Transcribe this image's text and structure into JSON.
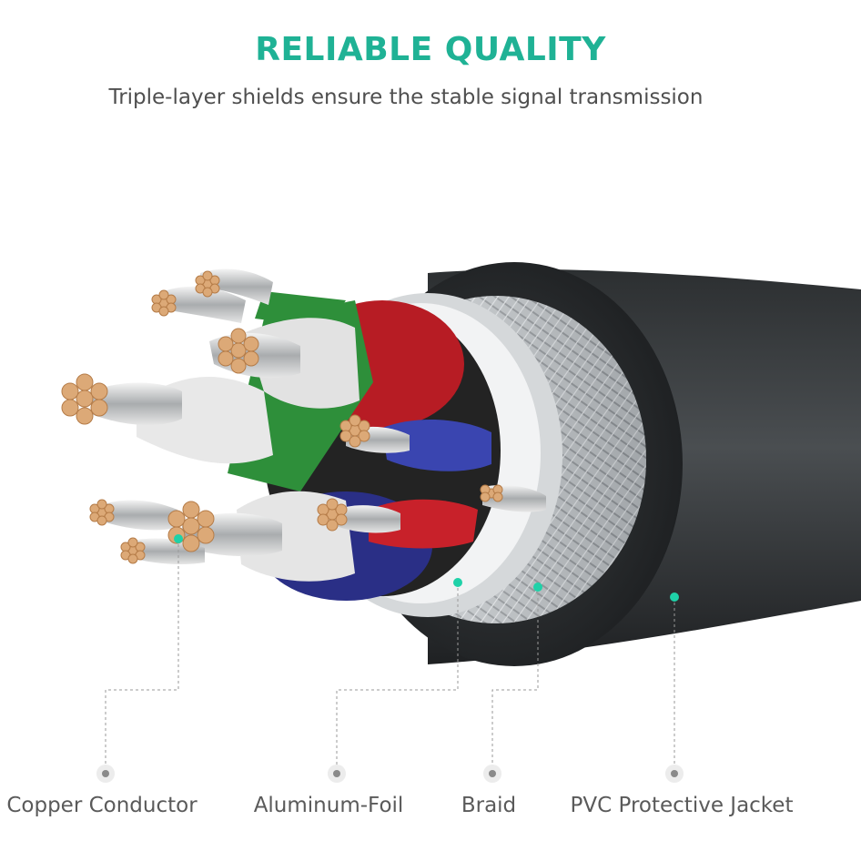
{
  "header": {
    "title": "RELIABLE QUALITY",
    "subtitle": "Triple-layer shields ensure the stable signal transmission"
  },
  "callouts": [
    {
      "id": "copper",
      "label": "Copper Conductor"
    },
    {
      "id": "foil",
      "label": "Aluminum-Foil"
    },
    {
      "id": "braid",
      "label": "Braid"
    },
    {
      "id": "jacket",
      "label": "PVC Protective Jacket"
    }
  ],
  "colors": {
    "accent": "#1fb295",
    "jacket": "#3a3d3f",
    "copper": "#d9a06b",
    "green_wire": "#2e8f3a",
    "red_wire": "#c8212a",
    "blue_wire": "#2f3b9a",
    "braid": "#b8bcc0"
  },
  "icons": [
    "callout-dot-icon",
    "copper-strand-icon"
  ]
}
